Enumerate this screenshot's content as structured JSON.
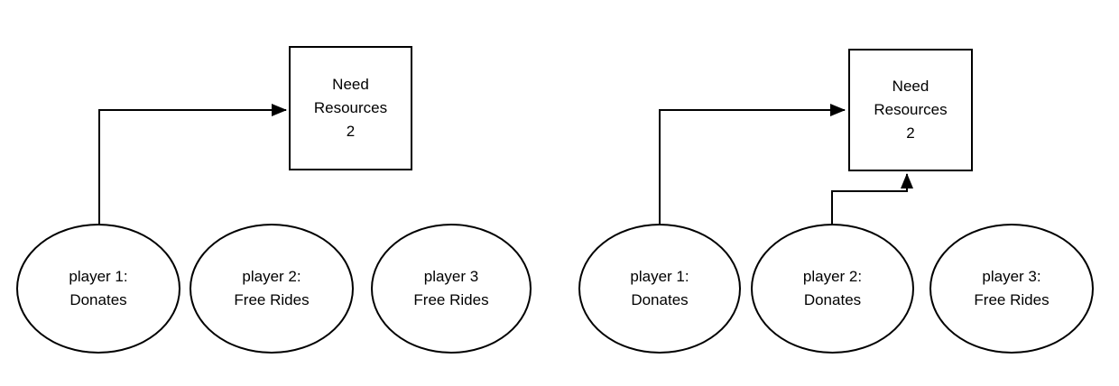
{
  "colors": {
    "stroke": "#000000",
    "text": "#000000",
    "background": "#ffffff"
  },
  "diagrams": [
    {
      "id": "left",
      "need_box": {
        "label": "Need\nResources\n2"
      },
      "players": [
        {
          "label": "player 1:\nDonates"
        },
        {
          "label": "player 2:\nFree Rides"
        },
        {
          "label": "player 3\nFree Rides"
        }
      ],
      "edges": [
        {
          "from": "player 1: Donates",
          "to": "Need Resources 2",
          "arrow": "into left side"
        }
      ]
    },
    {
      "id": "right",
      "need_box": {
        "label": "Need\nResources\n2"
      },
      "players": [
        {
          "label": "player 1:\nDonates"
        },
        {
          "label": "player 2:\nDonates"
        },
        {
          "label": "player 3:\nFree Rides"
        }
      ],
      "edges": [
        {
          "from": "player 1: Donates",
          "to": "Need Resources 2",
          "arrow": "into left side"
        },
        {
          "from": "player 2: Donates",
          "to": "Need Resources 2",
          "arrow": "into bottom side"
        }
      ]
    }
  ]
}
